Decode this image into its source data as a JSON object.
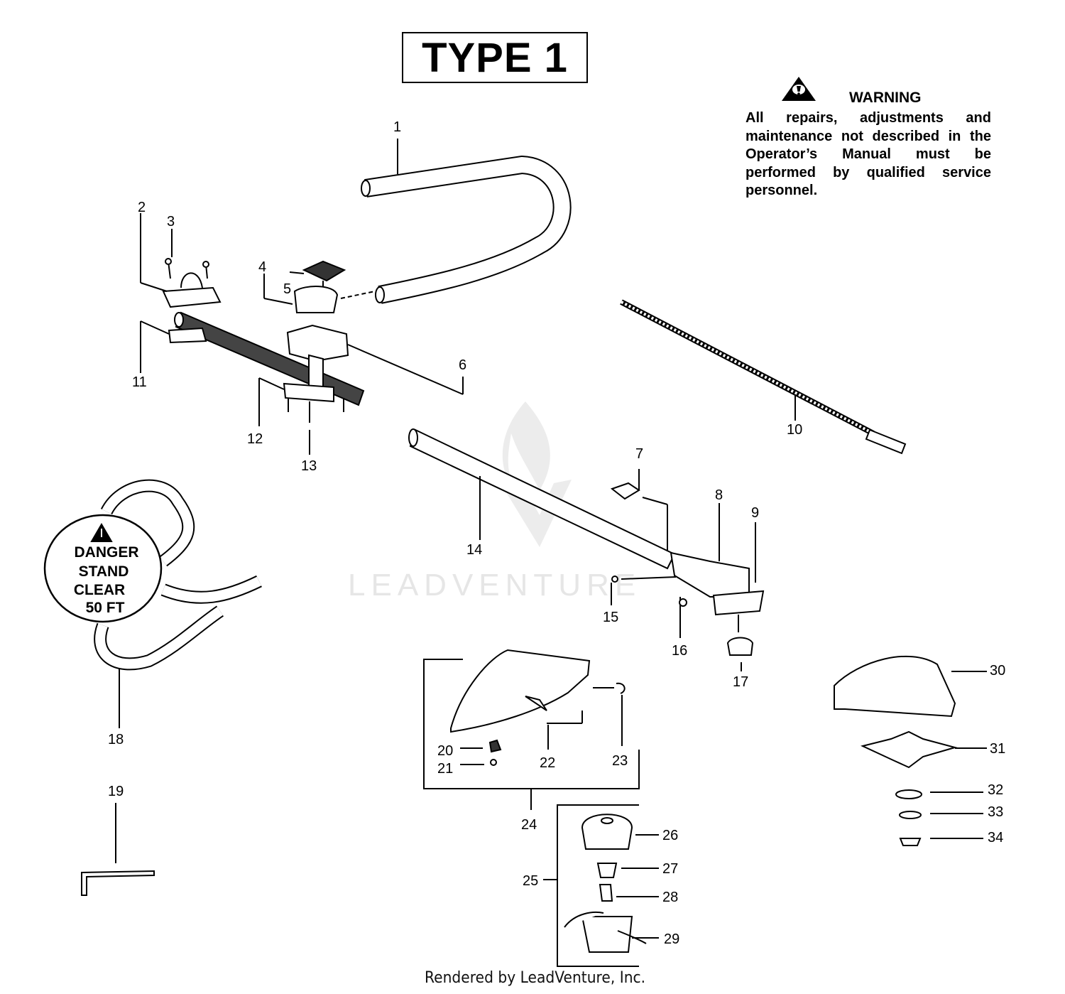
{
  "title": "TYPE 1",
  "warning": {
    "heading": "WARNING",
    "text": "All repairs, adjustments and maintenance not described in the Operator’s Manual must be performed by qualified service personnel."
  },
  "danger_label": {
    "line1": "DANGER",
    "line2": "STAND",
    "line3": "CLEAR",
    "line4": "50 FT"
  },
  "watermark": "LEADVENTURE",
  "footer": "Rendered by LeadVenture, Inc.",
  "part_numbers": {
    "p1": "1",
    "p2": "2",
    "p3": "3",
    "p4": "4",
    "p5": "5",
    "p6": "6",
    "p7": "7",
    "p8": "8",
    "p9": "9",
    "p10": "10",
    "p11": "11",
    "p12": "12",
    "p13": "13",
    "p14": "14",
    "p15": "15",
    "p16": "16",
    "p17": "17",
    "p18": "18",
    "p19": "19",
    "p20": "20",
    "p21": "21",
    "p22": "22",
    "p23": "23",
    "p24": "24",
    "p25": "25",
    "p26": "26",
    "p27": "27",
    "p28": "28",
    "p29": "29",
    "p30": "30",
    "p31": "31",
    "p32": "32",
    "p33": "33",
    "p34": "34"
  }
}
